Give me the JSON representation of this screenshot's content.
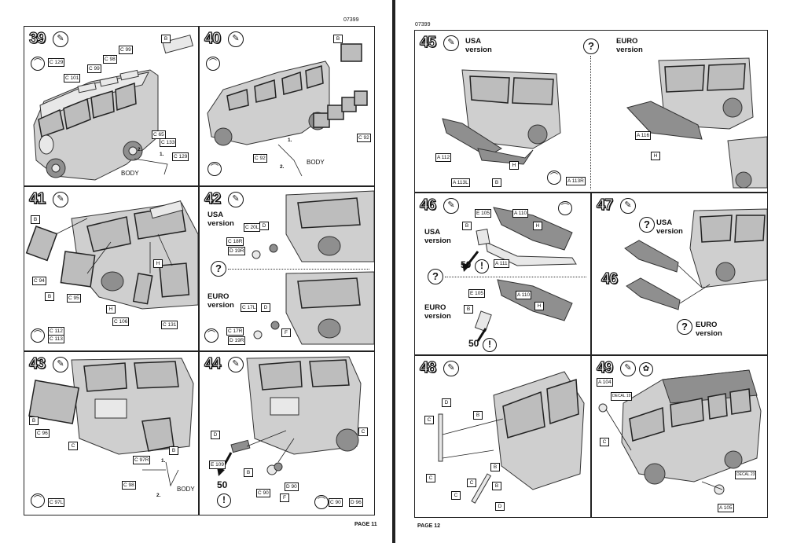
{
  "left_page": {
    "code": "07399",
    "page_label": "PAGE 11",
    "steps": [
      {
        "num": "39",
        "tags": [
          "C 129",
          "C 99",
          "C 98",
          "C 99",
          "C 101",
          "B",
          "C 65",
          "C 133",
          "C 129"
        ],
        "body": "BODY",
        "n1": "1.",
        "n2": "2."
      },
      {
        "num": "40",
        "tags": [
          "B",
          "C 92"
        ],
        "body": "BODY",
        "n1": "1.",
        "n2": "2."
      },
      {
        "num": "41",
        "tags": [
          "B",
          "C 94",
          "B",
          "C 95",
          "H",
          "C 106",
          "C 131",
          "H",
          "C 112",
          "C 113"
        ]
      },
      {
        "num": "42",
        "usa": "USA\nversion",
        "euro": "EURO\nversion",
        "q": "?",
        "tags": [
          "C 20L",
          "D",
          "C 18R",
          "D 19R",
          "C 17L",
          "D",
          "C 17R",
          "D 19R",
          "F"
        ]
      },
      {
        "num": "43",
        "tags": [
          "B",
          "C 96",
          "C",
          "C 97R",
          "B",
          "C 98",
          "C 97L"
        ],
        "body": "BODY",
        "n1": "1.",
        "n2": "2."
      },
      {
        "num": "44",
        "tags": [
          "D",
          "E 109",
          "B",
          "C 90",
          "F",
          "D 90",
          "C",
          "C 90",
          "D 96"
        ],
        "fifty": "50",
        "excl": "!"
      }
    ]
  },
  "right_page": {
    "code": "07399",
    "page_label": "PAGE 12",
    "steps": [
      {
        "num": "45",
        "usa": "USA\nversion",
        "euro": "EURO\nversion",
        "q": "?",
        "tags": [
          "A 112",
          "A 113L",
          "B",
          "H",
          "A 113R",
          "A 116",
          "H"
        ]
      },
      {
        "num": "46",
        "usa": "USA\nversion",
        "euro": "EURO\nversion",
        "q": "?",
        "tags": [
          "E 105",
          "B",
          "A 110",
          "H",
          "A 111",
          "E 105",
          "B",
          "A 110",
          "H"
        ],
        "fifty": "50",
        "excl": "!"
      },
      {
        "num": "47",
        "usa": "USA\nversion",
        "euro": "EURO\nversion",
        "q": "?",
        "ref": "46"
      },
      {
        "num": "48",
        "tags": [
          "D",
          "B",
          "C",
          "C",
          "B",
          "C",
          "C",
          "B",
          "D"
        ]
      },
      {
        "num": "49",
        "tags": [
          "A 104",
          "DECAL 19",
          "C",
          "DECAL 23",
          "A 105"
        ]
      }
    ]
  },
  "icon_names": {
    "brush": "paint-brush-icon",
    "question": "question-icon",
    "glue": "glue-icon"
  }
}
